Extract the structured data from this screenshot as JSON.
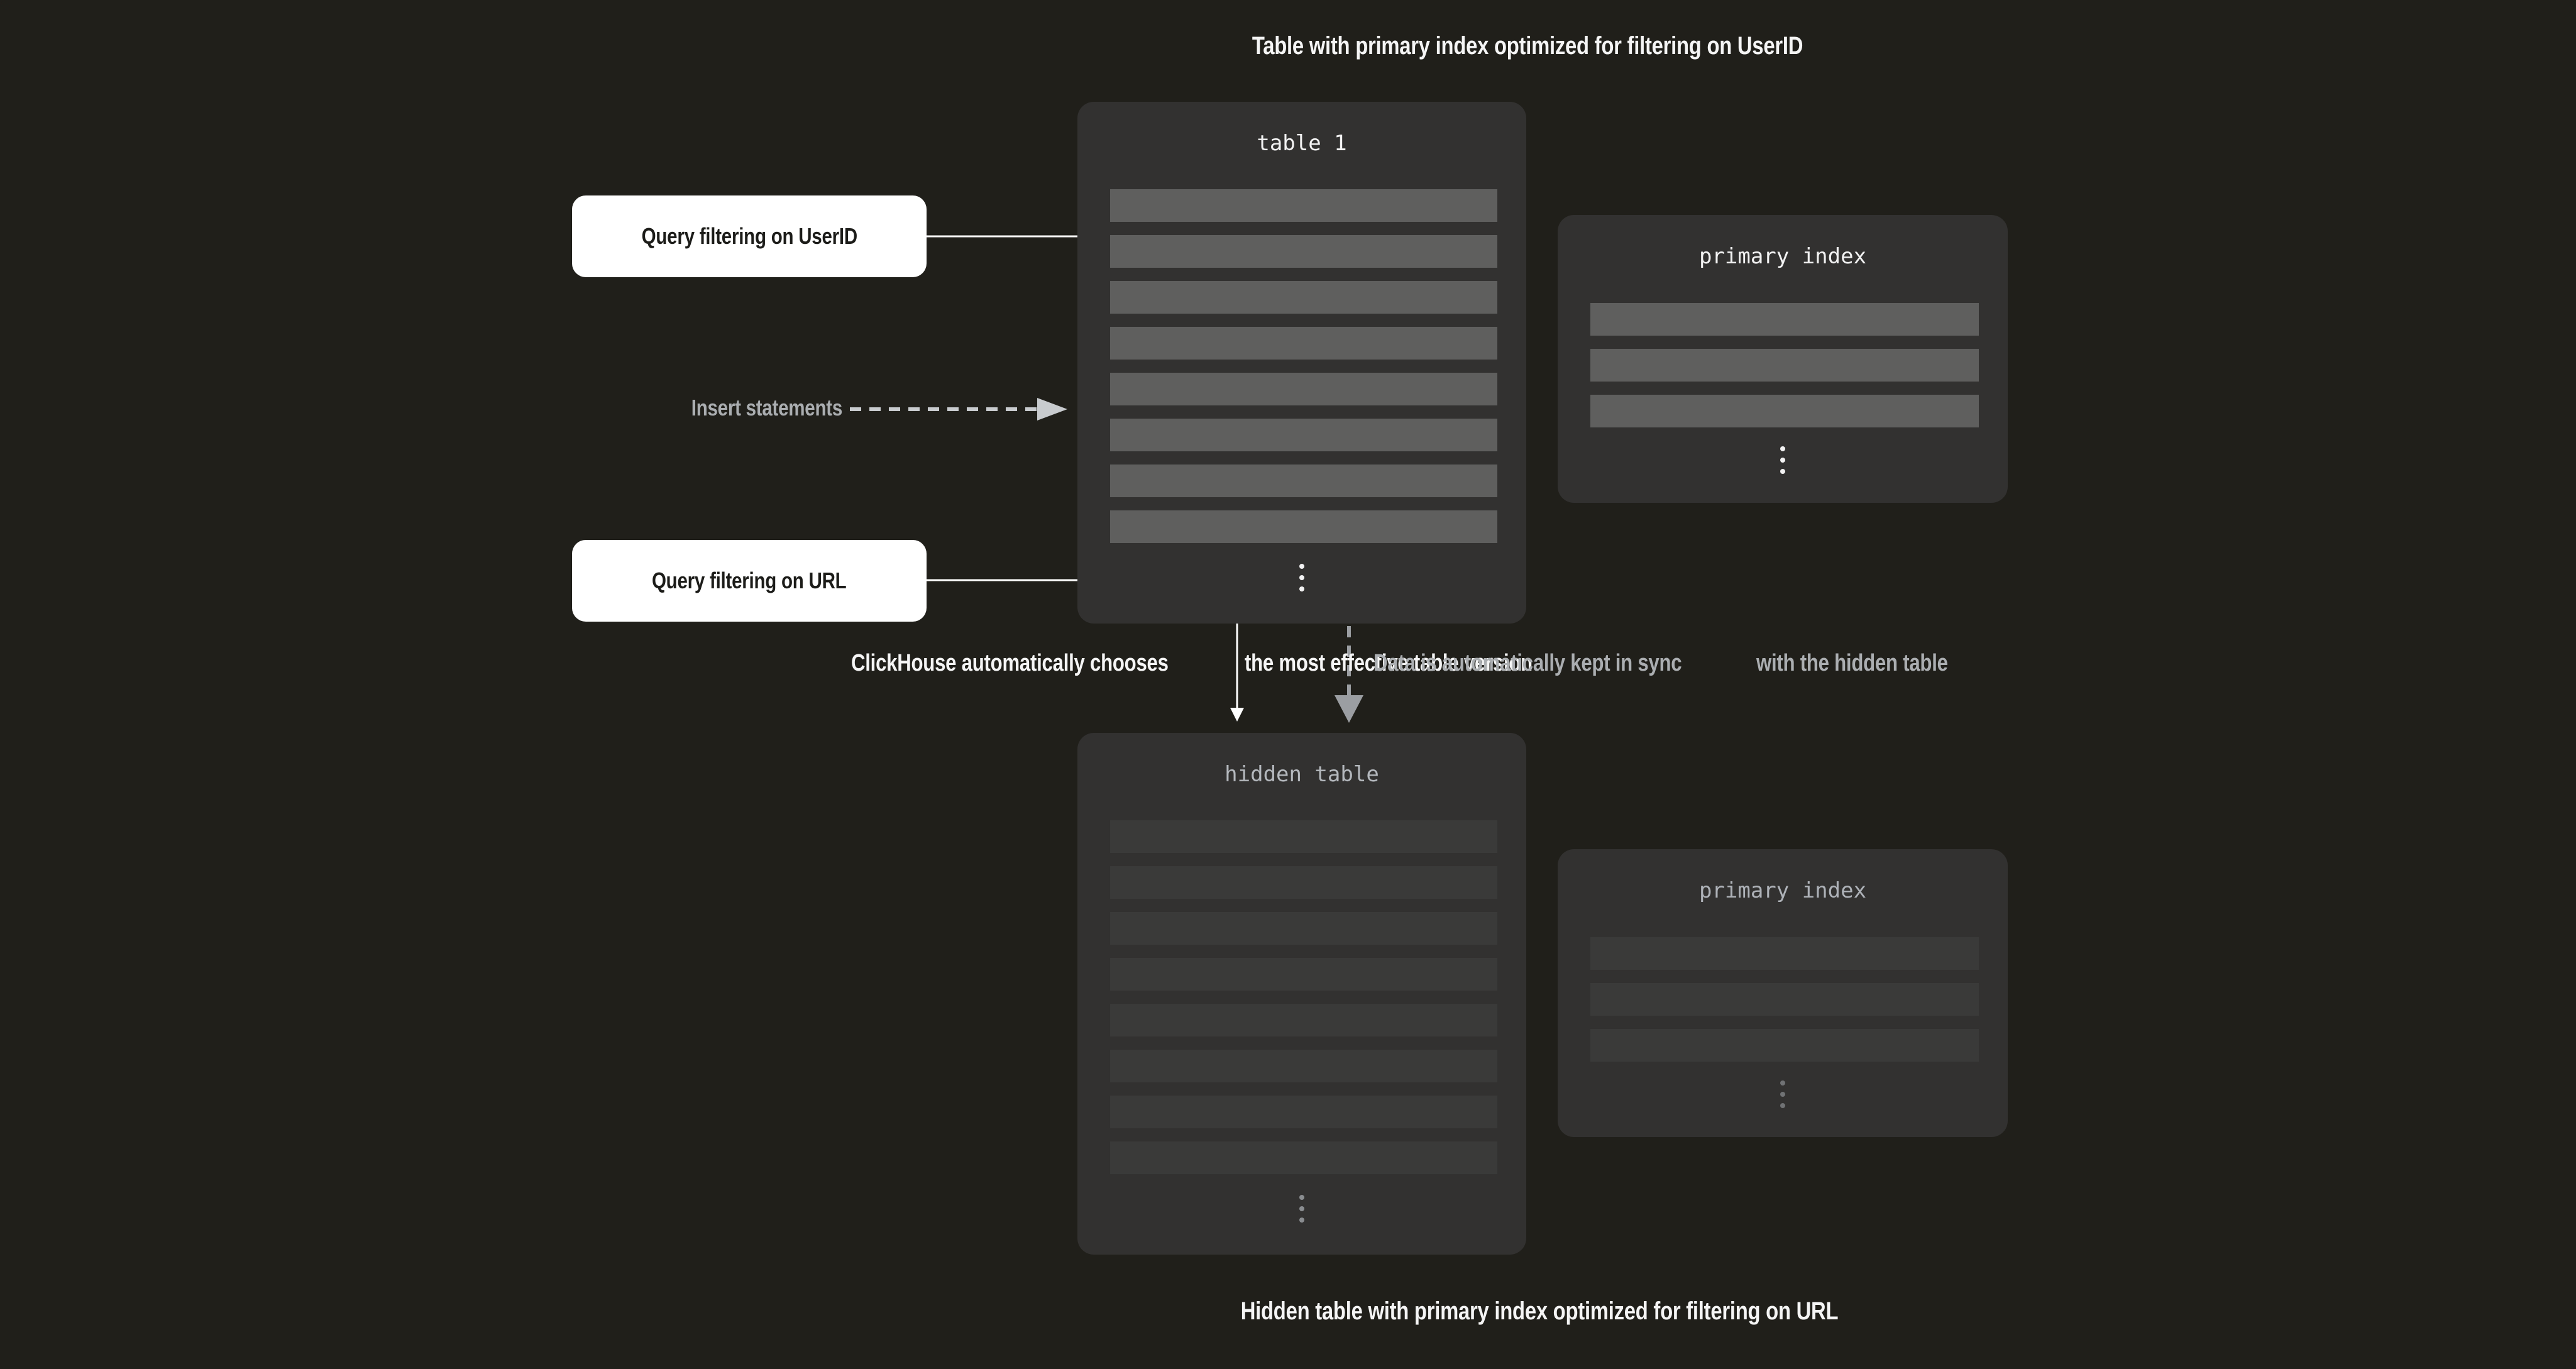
{
  "captions": {
    "top": "Table with primary index optimized for filtering on UserID",
    "bottom": "Hidden table with primary index optimized for filtering on URL"
  },
  "callouts": {
    "query_userid": "Query filtering on UserID",
    "query_url": "Query filtering on URL",
    "insert_statements": "Insert statements",
    "chooses_line1": "ClickHouse automatically chooses",
    "chooses_line2": "the most effective table version",
    "sync_line1": "Data is automatically kept in sync",
    "sync_line2": "with the hidden table"
  },
  "panels": {
    "table1": {
      "title": "table 1",
      "row_count": 8
    },
    "primary_index_top": {
      "title": "primary index",
      "row_count": 3
    },
    "hidden_table": {
      "title": "hidden table",
      "row_count": 8
    },
    "primary_index_bottom": {
      "title": "primary index",
      "row_count": 3
    }
  },
  "colors": {
    "background": "#201f1a",
    "panel": "#323130",
    "row_bright": "#5f5f5e",
    "row_dim": "#3a3a39",
    "title_bright": "#f2f2f2",
    "title_dim": "#b4b8bd",
    "title_dimmer": "#aeb2b8",
    "text_white": "#f5f5f5",
    "text_gray": "#abaeb1",
    "callout_bg": "#ffffff",
    "callout_text": "#1c1c19",
    "arrow_white": "#ffffff",
    "arrow_gray": "#c8cbce",
    "arrow_dim_gray": "#9b9ea2",
    "ellipsis_bright": "#f2f2f2",
    "ellipsis_mid": "#8a8d90",
    "ellipsis_dim": "#707274"
  }
}
